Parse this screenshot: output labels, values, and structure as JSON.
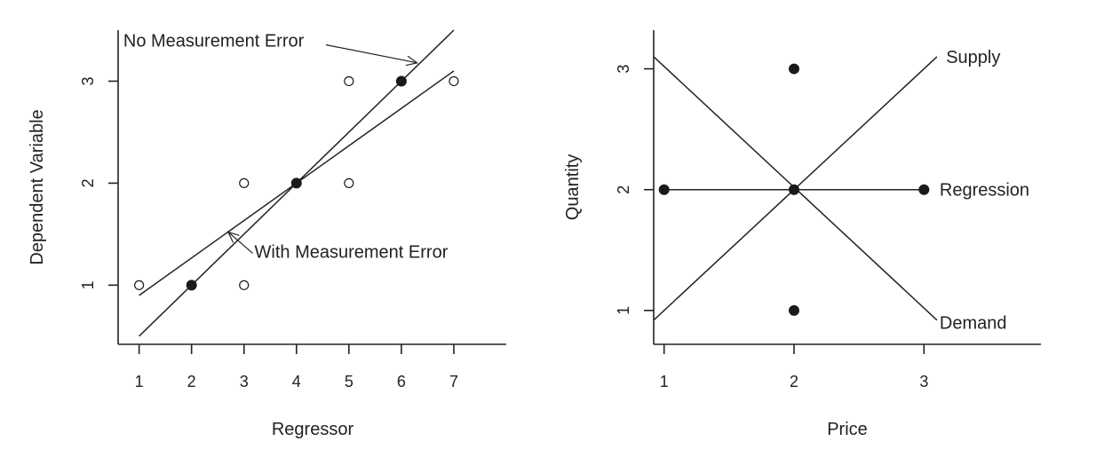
{
  "chart_data": [
    {
      "type": "scatter",
      "title": "",
      "xlabel": "Regressor",
      "ylabel": "Dependent Variable",
      "xlim": [
        0.6,
        8.0
      ],
      "ylim": [
        0.42,
        3.5
      ],
      "xticks": [
        1,
        2,
        3,
        4,
        5,
        6,
        7
      ],
      "yticks": [
        1,
        2,
        3
      ],
      "series": [
        {
          "marker": "filled",
          "points": [
            [
              2,
              1
            ],
            [
              4,
              2
            ],
            [
              6,
              3
            ]
          ]
        },
        {
          "marker": "open",
          "points": [
            [
              1,
              1
            ],
            [
              3,
              2
            ],
            [
              3,
              1
            ],
            [
              5,
              3
            ],
            [
              5,
              2
            ],
            [
              7,
              3
            ]
          ]
        }
      ],
      "lines": [
        {
          "x": [
            1,
            7.0
          ],
          "y": [
            0.5,
            3.5
          ],
          "label": "No Measurement Error"
        },
        {
          "x": [
            1,
            7
          ],
          "y": [
            0.9,
            3.1
          ],
          "label": "With Measurement Error"
        }
      ],
      "annotations": [
        {
          "text": "No Measurement Error",
          "text_at": [
            0.7,
            3.4
          ],
          "arrow_to": [
            6.3,
            3.18
          ]
        },
        {
          "text": "With Measurement Error",
          "text_at": [
            3.2,
            1.33
          ],
          "arrow_to": [
            2.7,
            1.52
          ]
        }
      ],
      "grid": false
    },
    {
      "type": "scatter",
      "title": "",
      "xlabel": "Price",
      "ylabel": "Quantity",
      "xlim": [
        0.92,
        3.9
      ],
      "ylim": [
        0.72,
        3.32
      ],
      "xticks": [
        1,
        2,
        3
      ],
      "yticks": [
        1,
        2,
        3
      ],
      "series": [
        {
          "marker": "filled",
          "points": [
            [
              1,
              2
            ],
            [
              2,
              3
            ],
            [
              2,
              2
            ],
            [
              3,
              2
            ],
            [
              2,
              1
            ]
          ]
        }
      ],
      "lines": [
        {
          "x": [
            0.92,
            3.1
          ],
          "y": [
            0.92,
            3.1
          ],
          "label": "Supply"
        },
        {
          "x": [
            0.92,
            3.1
          ],
          "y": [
            3.1,
            0.92
          ],
          "label": "Demand"
        },
        {
          "x": [
            1,
            3
          ],
          "y": [
            2,
            2
          ],
          "label": "Regression"
        }
      ],
      "annotations": [
        {
          "text": "Supply",
          "text_at": [
            3.17,
            3.1
          ]
        },
        {
          "text": "Regression",
          "text_at": [
            3.12,
            2.0
          ]
        },
        {
          "text": "Demand",
          "text_at": [
            3.12,
            0.9
          ]
        }
      ],
      "grid": false
    }
  ]
}
